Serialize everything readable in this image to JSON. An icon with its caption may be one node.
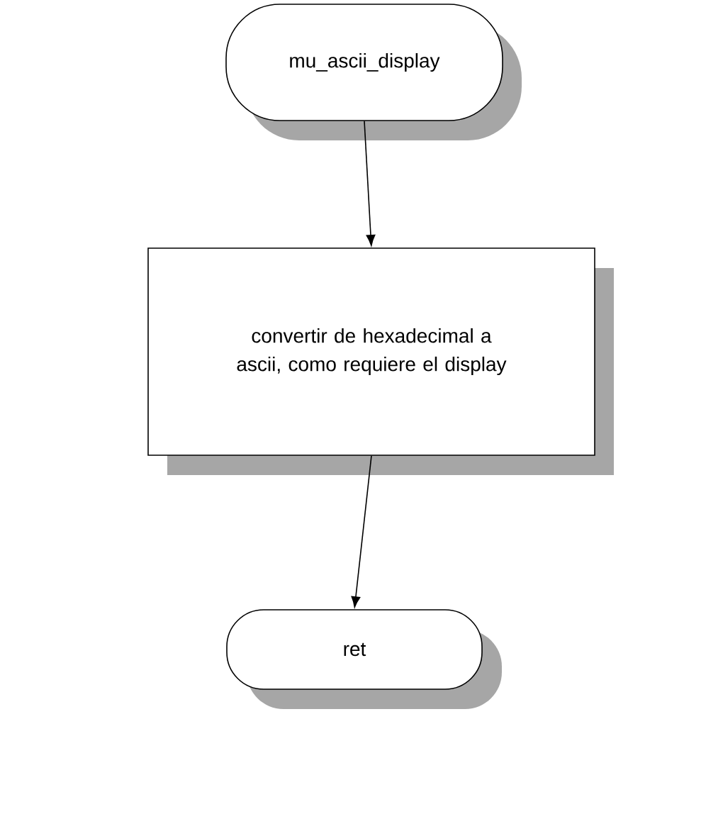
{
  "diagram": {
    "nodes": [
      {
        "text": [
          "mu_ascii_display"
        ]
      },
      {
        "text": [
          "convertir de hexadecimal a ascii, como requiere el display"
        ]
      },
      {
        "text": [
          "ret"
        ]
      }
    ],
    "edges": [
      {
        "from": 0,
        "to": 1,
        "arrow": "to"
      },
      {
        "from": 1,
        "to": 2,
        "arrow": "to"
      }
    ]
  }
}
